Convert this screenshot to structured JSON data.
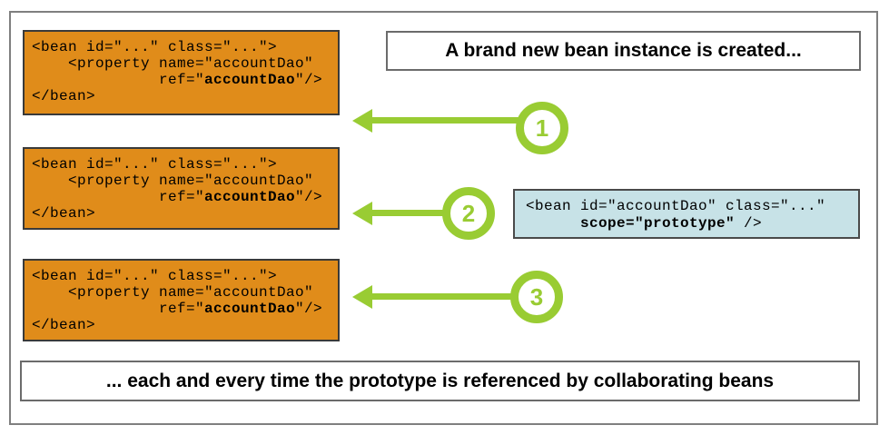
{
  "diagram": {
    "captions": {
      "top": "A brand new bean instance is created...",
      "bottom": "... each and every time the prototype is referenced by collaborating beans"
    },
    "steps": [
      {
        "number": "1"
      },
      {
        "number": "2"
      },
      {
        "number": "3"
      }
    ],
    "collaborator_code": [
      [
        {
          "t": "<bean id=\"...\" class=\"...\">"
        }
      ],
      [
        {
          "t": "    <property name=\"accountDao\""
        }
      ],
      [
        {
          "t": "              ref=\""
        },
        {
          "t": "accountDao",
          "b": true
        },
        {
          "t": "\"/>"
        }
      ],
      [
        {
          "t": "</bean>"
        }
      ]
    ],
    "prototype_code": [
      [
        {
          "t": "<bean id=\"accountDao\" class=\"...\""
        }
      ],
      [
        {
          "t": "      "
        },
        {
          "t": "scope=\"prototype\"",
          "b": true
        },
        {
          "t": " />"
        }
      ]
    ],
    "colors": {
      "accent_green": "#99CC33",
      "collaborator_box_fill": "#E08C1A",
      "prototype_box_fill": "#C7E2E7",
      "frame_border": "#7F7F7F",
      "code_box_border": "#3A3A3A"
    }
  }
}
